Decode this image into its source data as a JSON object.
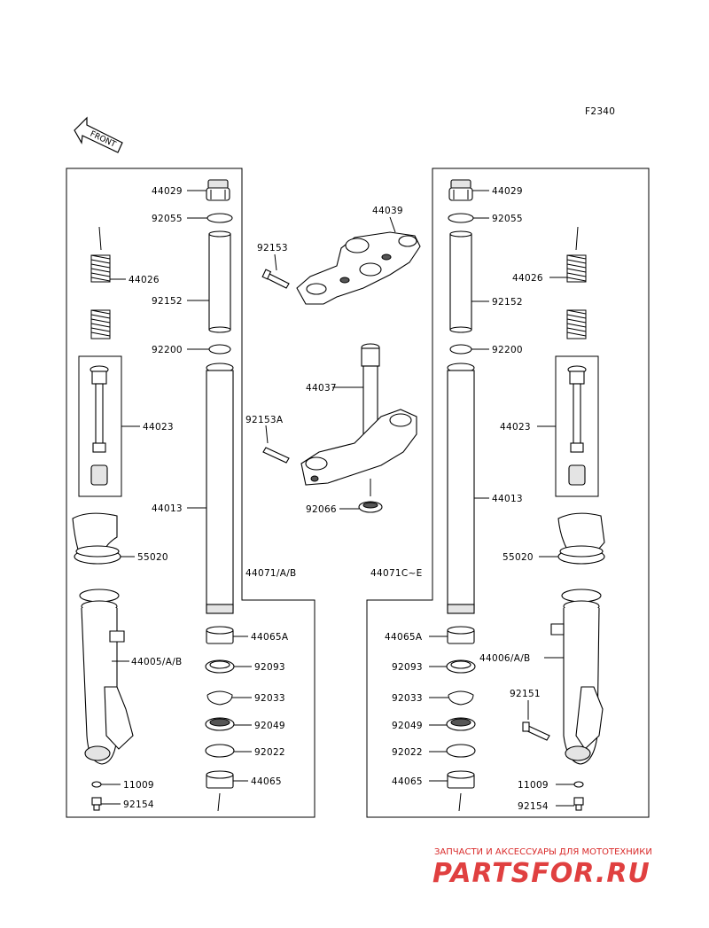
{
  "diagram_code": "F2340",
  "front_arrow": {
    "text": "FRONT",
    "icon": "front-arrow-icon"
  },
  "groups": {
    "left_assembly": "44071/A/B",
    "right_assembly": "44071C~E"
  },
  "labels": {
    "l_44029": "44029",
    "l_92055": "92055",
    "l_44026": "44026",
    "l_92152": "92152",
    "l_92200": "92200",
    "l_44023": "44023",
    "l_44013": "44013",
    "l_55020": "55020",
    "l_44005": "44005/A/B",
    "l_44065A": "44065A",
    "l_92093": "92093",
    "l_92033": "92033",
    "l_92049": "92049",
    "l_92022": "92022",
    "l_44065": "44065",
    "l_11009": "11009",
    "l_92154": "92154",
    "c_44039": "44039",
    "c_92153": "92153",
    "c_44037": "44037",
    "c_92153A": "92153A",
    "c_92066": "92066",
    "r_44029": "44029",
    "r_92055": "92055",
    "r_44026": "44026",
    "r_92152": "92152",
    "r_92200": "92200",
    "r_44023": "44023",
    "r_44013": "44013",
    "r_55020": "55020",
    "r_44006": "44006/A/B",
    "r_92151": "92151",
    "r_44065A": "44065A",
    "r_92093": "92093",
    "r_92033": "92033",
    "r_92049": "92049",
    "r_92022": "92022",
    "r_44065": "44065",
    "r_11009": "11009",
    "r_92154": "92154"
  },
  "watermark": {
    "subtitle": "ЗАПЧАСТИ И АКСЕССУАРЫ ДЛЯ МОТОТЕХНИКИ",
    "logo": "PARTSFOR.RU",
    "color": "#d92a2a"
  }
}
